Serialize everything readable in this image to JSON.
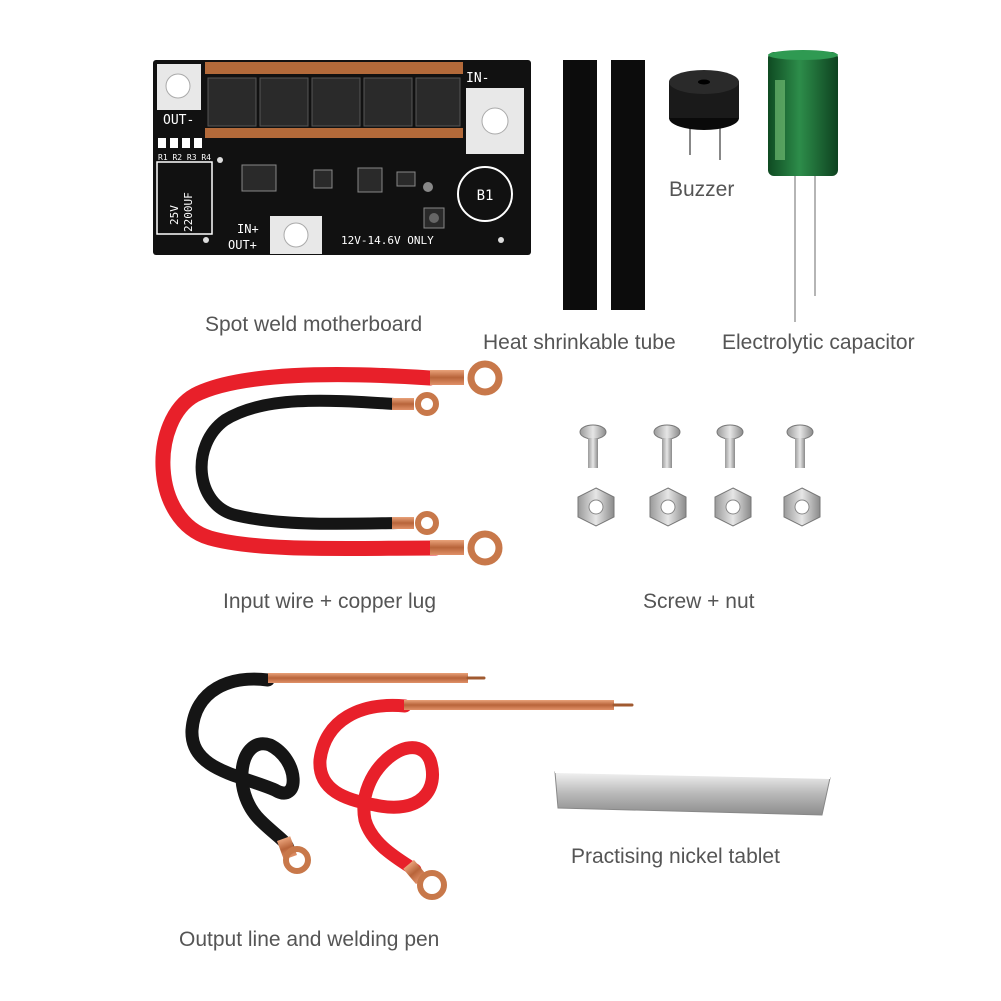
{
  "board": {
    "label_in_minus": "IN-",
    "label_out_minus": "OUT-",
    "label_in_plus": "IN+",
    "label_out_plus": "OUT+",
    "label_voltage": "12V-14.6V ONLY",
    "label_cap_voltage": "25V",
    "label_cap_value": "2200UF",
    "label_b1": "B1",
    "label_resistors": "R1 R2 R3 R4"
  },
  "captions": {
    "motherboard": "Spot weld motherboard",
    "tube": "Heat shrinkable tube",
    "buzzer": "Buzzer",
    "capacitor": "Electrolytic capacitor",
    "input_wire": "Input wire + copper lug",
    "screw_nut": "Screw + nut",
    "nickel": "Practising nickel tablet",
    "output_line": "Output line and welding pen"
  },
  "colors": {
    "pcb": "#111111",
    "red_wire": "#e8202a",
    "black_wire": "#151515",
    "copper": "#c8784a",
    "capacitor": "#1f7a3a"
  }
}
